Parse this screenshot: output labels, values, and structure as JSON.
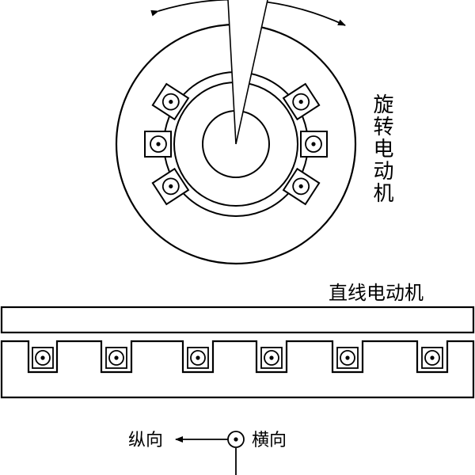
{
  "labels": {
    "rotary_motor": "旋转电动机",
    "linear_motor": "直线电动机",
    "longitudinal": "纵向",
    "transverse": "横向"
  },
  "colors": {
    "stroke": "#000000",
    "background": "#ffffff"
  }
}
